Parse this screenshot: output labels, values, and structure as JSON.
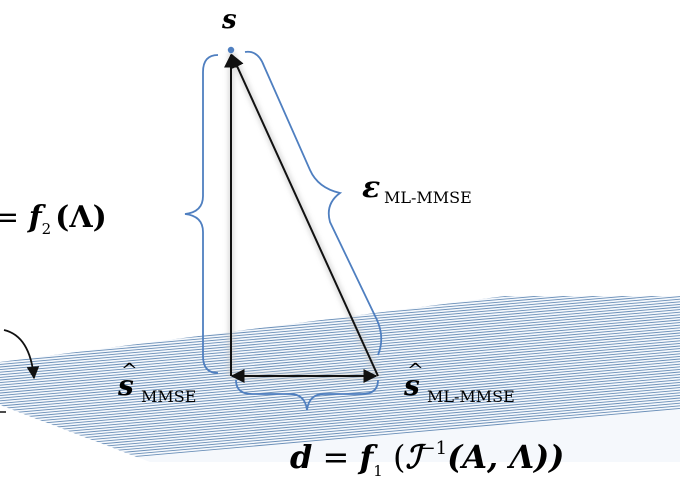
{
  "labels": {
    "s_top": "s",
    "s_mmse_main": "s",
    "s_mmse_hat": "^",
    "s_mmse_sub": "MMSE",
    "s_mlmmse_main": "s",
    "s_mlmmse_hat": "^",
    "s_mlmmse_sub": "ML-MMSE",
    "epsilon_main": "ε",
    "epsilon_sub": "ML-MMSE",
    "f2_left": "= ",
    "f2_func": "f",
    "f2_sub": "2",
    "f2_arg": "(Λ)",
    "d_var": "d",
    "d_eq": " = ",
    "d_func": "f",
    "d_sub": "1",
    "d_open": " (",
    "d_I": "ℐ",
    "d_sup": "−1",
    "d_args": "(A, Λ))"
  },
  "colors": {
    "plane_line": "#6a8fb8",
    "brace": "#4f7fc0",
    "arrow": "#111111",
    "point": "#4f7fc0"
  },
  "icons": {
    "curved_arrow": "curved-arrow-icon"
  }
}
